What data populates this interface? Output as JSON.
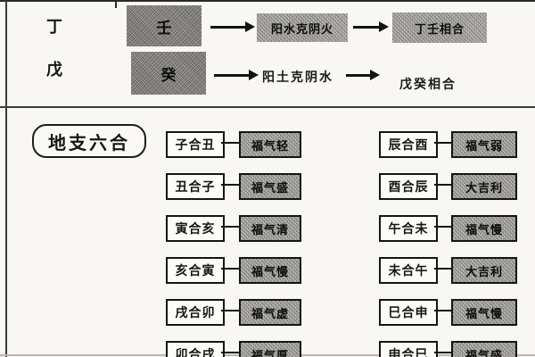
{
  "top": {
    "rows": [
      {
        "stem": "丁",
        "subject": "壬",
        "relation": "阳水克阴火",
        "result": "丁壬相合"
      },
      {
        "stem": "戊",
        "subject": "癸",
        "relation": "阳土克阴水",
        "result": "戊癸相合"
      }
    ]
  },
  "section": {
    "title": "地支六合"
  },
  "pairs": {
    "left": [
      {
        "pair": "子合丑",
        "result": "福气轻"
      },
      {
        "pair": "丑合子",
        "result": "福气盛"
      },
      {
        "pair": "寅合亥",
        "result": "福气清"
      },
      {
        "pair": "亥合寅",
        "result": "福气慢"
      },
      {
        "pair": "戌合卯",
        "result": "福气虚"
      },
      {
        "pair": "卯合戌",
        "result": "福气厚"
      }
    ],
    "right": [
      {
        "pair": "辰合酉",
        "result": "福气弱"
      },
      {
        "pair": "酉合辰",
        "result": "大吉利"
      },
      {
        "pair": "午合未",
        "result": "福气慢"
      },
      {
        "pair": "未合午",
        "result": "大吉利"
      },
      {
        "pair": "巳合申",
        "result": "福气慢"
      },
      {
        "pair": "申合巳",
        "result": "福气盛"
      }
    ]
  }
}
